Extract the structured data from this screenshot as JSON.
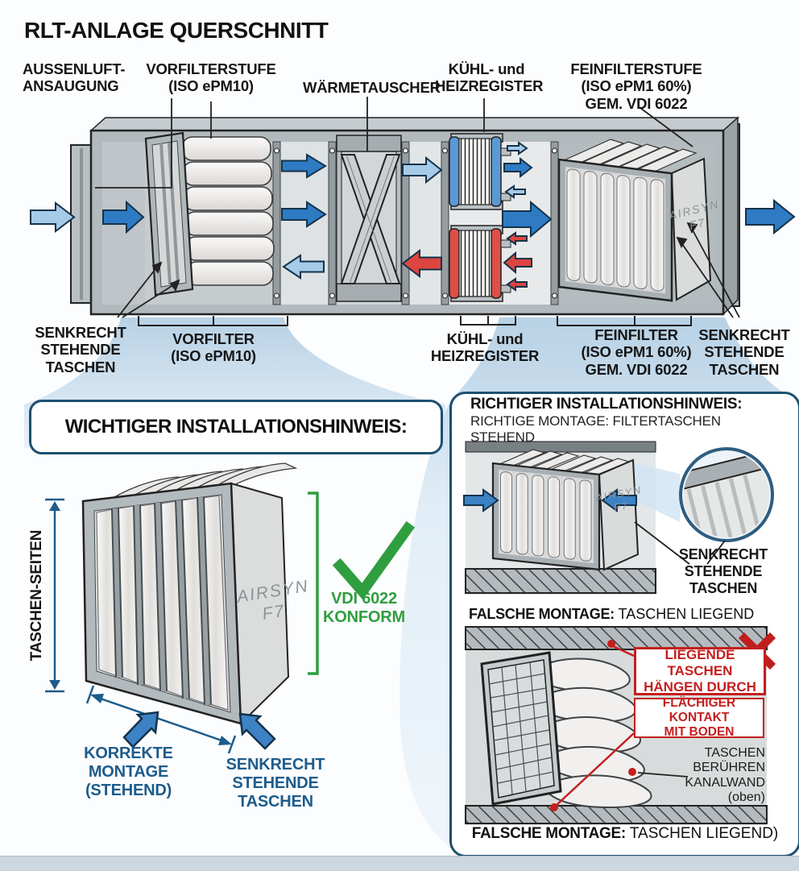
{
  "title": "RLT-ANLAGE QUERSCHNITT",
  "unit": {
    "labels_top": {
      "intake": "AUSSENLUFT-\nANSAUGUNG",
      "prefilter_stage": "VORFILTERSTUFE\n(ISO ePM10)",
      "heat_exchanger": "WÄRMETAUSCHER",
      "registers": "KÜHL- und\nHEIZREGISTER",
      "fine_filter_stage": "FEINFILTERSTUFE\n(ISO ePM1 60%)\nGEM. VDI 6022"
    },
    "labels_bottom": {
      "pockets_left": "SENKRECHT\nSTEHENDE\nTASCHEN",
      "prefilter": "VORFILTER\n(ISO ePM10)",
      "registers": "KÜHL- und\nHEIZREGISTER",
      "fine_filter": "FEINFILTER\n(ISO ePM1 60%)\nGEM. VDI 6022",
      "pockets_right": "SENKRECHT\nSTEHENDE\nTASCHEN"
    },
    "fine_filter_brand": "AIRSYN\nF7"
  },
  "left_panel": {
    "title": "WICHTIGER INSTALLATIONSHINWEIS:",
    "dimension_label": "TASCHEN-SEITEN",
    "filter_brand": "AIRSYN\nF7",
    "conform_label": "VDI 6022\nKONFORM",
    "mounting_label": "KORREKTE\nMONTAGE\n(STEHEND)",
    "pockets_label": "SENKRECHT\nSTEHENDE\nTASCHEN"
  },
  "right_panel": {
    "title": "RICHTIGER INSTALLATIONSHINWEIS:",
    "subtitle": "RICHTIGE MONTAGE: FILTERTASCHEN STEHEND",
    "filter_brand": "AIRSYN\nF7",
    "pockets_label": "SENKRECHT\nSTEHENDE\nTASCHEN",
    "wrong_heading_bold": "FALSCHE MONTAGE:",
    "wrong_heading_rest": " TASCHEN LIEGEND",
    "callout_sag": "LIEGENDE TASCHEN\nHÄNGEN DURCH",
    "callout_contact": "FLÄCHIGER KONTAKT\nMIT BODEN",
    "note_duct": "TASCHEN\nBERÜHREN\nKANALWAND\n(oben)",
    "caption_bold": "FALSCHE MONTAGE:",
    "caption_rest": " TASCHEN LIEGEND)"
  },
  "colors": {
    "arrow_blue": "#2e7bc4",
    "arrow_light_blue": "#a6cbe9",
    "arrow_red": "#dc4540",
    "navy": "#1d5c8c",
    "green": "#2f9e3f",
    "alert_red": "#c41f1f"
  }
}
